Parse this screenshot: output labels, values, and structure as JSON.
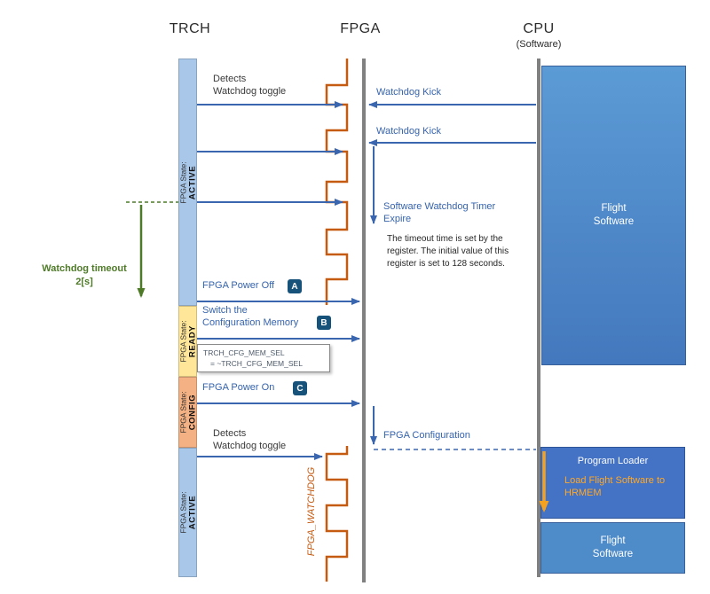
{
  "headers": {
    "trch": "TRCH",
    "fpga": "FPGA",
    "cpu": "CPU",
    "cpu_sub": "(Software)"
  },
  "trch_states": {
    "label": "FPGA State:",
    "segments": [
      {
        "state": "ACTIVE"
      },
      {
        "state": "READY"
      },
      {
        "state": "CONFIG"
      },
      {
        "state": "ACTIVE"
      }
    ]
  },
  "signals": {
    "fpga_watchdog": "FPGA_WATCHDOG"
  },
  "messages": {
    "detects_l1": "Detects",
    "detects_l2": "Watchdog toggle",
    "watchdog_kick": "Watchdog Kick",
    "swt_expire_l1": "Software Watchdog Timer",
    "swt_expire_l2": "Expire",
    "timeout_note_l1": "The timeout time is set by the",
    "timeout_note_l2": "register. The initial value of this",
    "timeout_note_l3": "register is set to 128 seconds.",
    "watchdog_timeout_l1": "Watchdog timeout",
    "watchdog_timeout_l2": "2[s]",
    "fpga_power_off": "FPGA Power Off",
    "switch_config_l1": "Switch the",
    "switch_config_l2": "Configuration Memory",
    "reg_note_l1": "TRCH_CFG_MEM_SEL",
    "reg_note_l2": "= ~TRCH_CFG_MEM_SEL",
    "fpga_power_on": "FPGA Power On",
    "fpga_configuration": "FPGA Configuration",
    "badge_a": "A",
    "badge_b": "B",
    "badge_c": "C"
  },
  "cpu_boxes": {
    "flight_software": "Flight Software",
    "program_loader": "Program Loader",
    "load_note": "Load Flight Software to HRMEM",
    "flight_software_bottom": "Flight Software"
  },
  "colors": {
    "arrow_blue": "#3A66B0",
    "state_active": "#A9C7E9",
    "state_ready": "#FFE699",
    "state_config": "#F4B183",
    "watchdog_orange": "#C55A11",
    "timeout_green": "#4E7A28",
    "loader_orange": "#F6A21E",
    "lifeline_gray": "#808080",
    "badge_navy": "#17527A",
    "flight_software_blue": "#4C86C6",
    "program_loader_blue": "#4472C4"
  }
}
